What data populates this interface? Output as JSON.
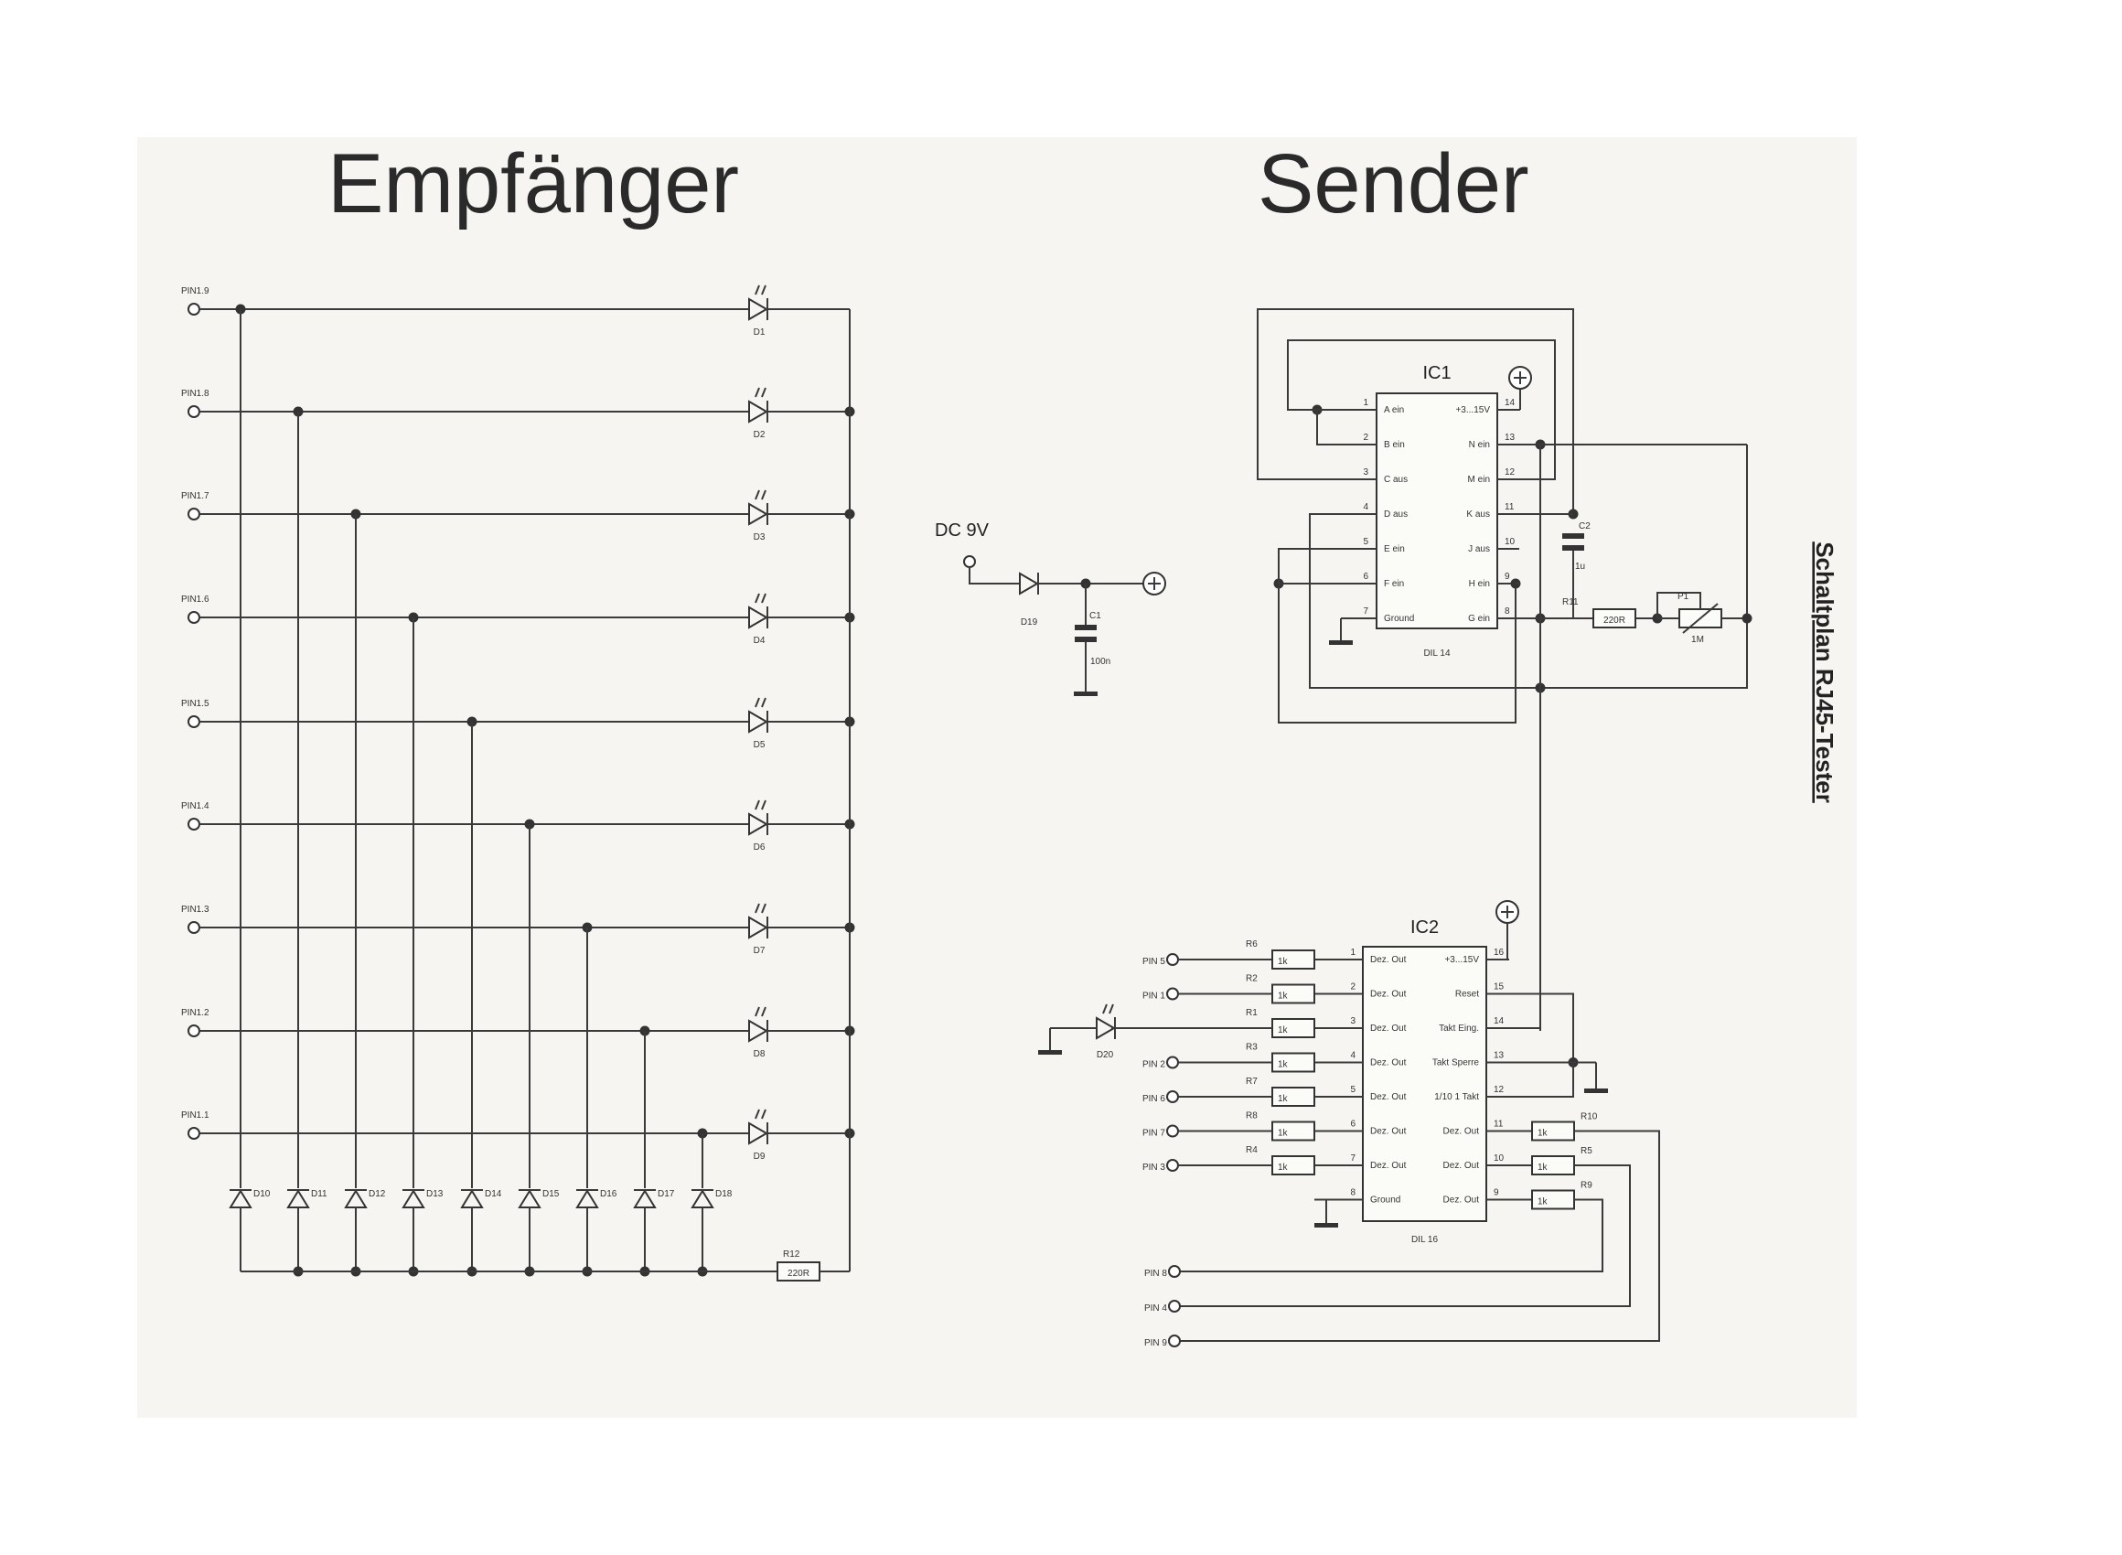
{
  "titles": {
    "receiver": "Empfänger",
    "sender": "Sender",
    "side": "Schaltplan RJ45-Tester"
  },
  "receiver": {
    "pins": [
      "PIN1.9",
      "PIN1.8",
      "PIN1.7",
      "PIN1.6",
      "PIN1.5",
      "PIN1.4",
      "PIN1.3",
      "PIN1.2",
      "PIN1.1"
    ],
    "leds": [
      "D1",
      "D2",
      "D3",
      "D4",
      "D5",
      "D6",
      "D7",
      "D8",
      "D9"
    ],
    "bottom_diodes": [
      "D10",
      "D11",
      "D12",
      "D13",
      "D14",
      "D15",
      "D16",
      "D17",
      "D18"
    ],
    "resistor": {
      "name": "R12",
      "value": "220R"
    }
  },
  "power": {
    "label": "DC 9V",
    "diode": "D19",
    "cap": {
      "name": "C1",
      "value": "100n"
    }
  },
  "ic1": {
    "name": "IC1",
    "package": "DIL 14",
    "left_pins": [
      {
        "n": "1",
        "label": "A ein"
      },
      {
        "n": "2",
        "label": "B ein"
      },
      {
        "n": "3",
        "label": "C aus"
      },
      {
        "n": "4",
        "label": "D aus"
      },
      {
        "n": "5",
        "label": "E ein"
      },
      {
        "n": "6",
        "label": "F ein"
      },
      {
        "n": "7",
        "label": "Ground"
      }
    ],
    "right_pins": [
      {
        "n": "14",
        "label": "+3...15V"
      },
      {
        "n": "13",
        "label": "N ein"
      },
      {
        "n": "12",
        "label": "M ein"
      },
      {
        "n": "11",
        "label": "K aus"
      },
      {
        "n": "10",
        "label": "J aus"
      },
      {
        "n": "9",
        "label": "H ein"
      },
      {
        "n": "8",
        "label": "G ein"
      }
    ]
  },
  "ic1_parts": {
    "c2": {
      "name": "C2",
      "value": "1u"
    },
    "r11": {
      "name": "R11",
      "value": "220R"
    },
    "p1": {
      "name": "P1",
      "value": "1M"
    }
  },
  "ic2": {
    "name": "IC2",
    "package": "DIL 16",
    "left_pins": [
      {
        "n": "1",
        "label": "Dez. Out"
      },
      {
        "n": "2",
        "label": "Dez. Out"
      },
      {
        "n": "3",
        "label": "Dez. Out"
      },
      {
        "n": "4",
        "label": "Dez. Out"
      },
      {
        "n": "5",
        "label": "Dez. Out"
      },
      {
        "n": "6",
        "label": "Dez. Out"
      },
      {
        "n": "7",
        "label": "Dez. Out"
      },
      {
        "n": "8",
        "label": "Ground"
      }
    ],
    "right_pins": [
      {
        "n": "16",
        "label": "+3...15V"
      },
      {
        "n": "15",
        "label": "Reset"
      },
      {
        "n": "14",
        "label": "Takt Eing."
      },
      {
        "n": "13",
        "label": "Takt Sperre"
      },
      {
        "n": "12",
        "label": "1/10 1 Takt"
      },
      {
        "n": "11",
        "label": "Dez. Out"
      },
      {
        "n": "10",
        "label": "Dez. Out"
      },
      {
        "n": "9",
        "label": "Dez. Out"
      }
    ]
  },
  "ic2_left": [
    {
      "pin": "PIN 5",
      "r": "R6",
      "v": "1k"
    },
    {
      "pin": "PIN 1",
      "r": "R2",
      "v": "1k"
    },
    {
      "pin": "",
      "r": "R1",
      "v": "1k"
    },
    {
      "pin": "PIN 2",
      "r": "R3",
      "v": "1k"
    },
    {
      "pin": "PIN 6",
      "r": "R7",
      "v": "1k"
    },
    {
      "pin": "PIN 7",
      "r": "R8",
      "v": "1k"
    },
    {
      "pin": "PIN 3",
      "r": "R4",
      "v": "1k"
    }
  ],
  "ic2_right": [
    {
      "r": "R10",
      "v": "1k",
      "pin": "PIN 9"
    },
    {
      "r": "R5",
      "v": "1k",
      "pin": "PIN 4"
    },
    {
      "r": "R9",
      "v": "1k",
      "pin": "PIN 8"
    }
  ],
  "d20": "D20"
}
